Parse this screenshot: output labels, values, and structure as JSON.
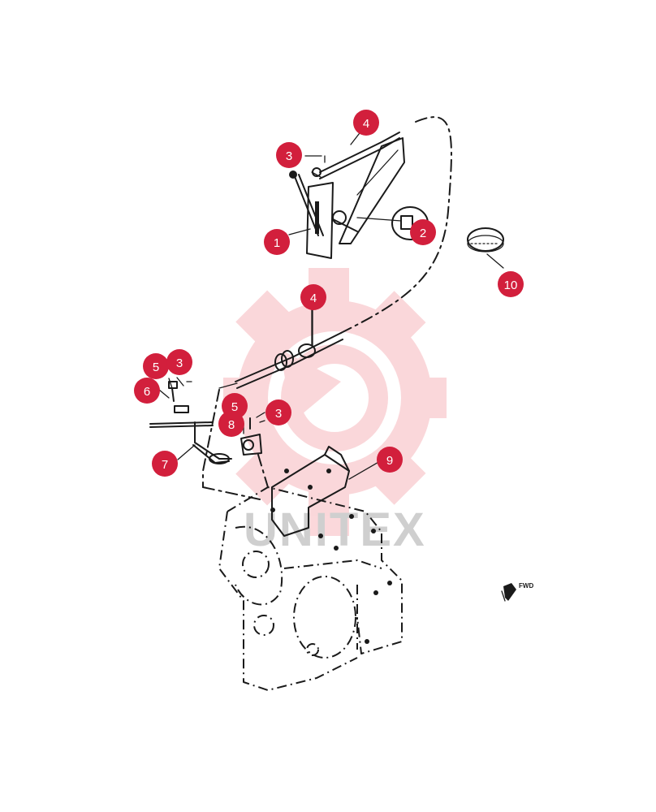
{
  "diagram": {
    "callouts": [
      {
        "id": "c1",
        "label": "1"
      },
      {
        "id": "c2",
        "label": "2"
      },
      {
        "id": "c3a",
        "label": "3"
      },
      {
        "id": "c4a",
        "label": "4"
      },
      {
        "id": "c4b",
        "label": "4"
      },
      {
        "id": "c5a",
        "label": "5"
      },
      {
        "id": "c3b",
        "label": "3"
      },
      {
        "id": "c6",
        "label": "6"
      },
      {
        "id": "c5b",
        "label": "5"
      },
      {
        "id": "c3c",
        "label": "3"
      },
      {
        "id": "c8",
        "label": "8"
      },
      {
        "id": "c7",
        "label": "7"
      },
      {
        "id": "c9",
        "label": "9"
      },
      {
        "id": "c10",
        "label": "10"
      }
    ],
    "direction_label": "FWD",
    "watermark_text": "UNITEX",
    "colors": {
      "callout": "#d21f3c",
      "line": "#1a1a1a",
      "watermark": "#f7b8bd"
    }
  }
}
